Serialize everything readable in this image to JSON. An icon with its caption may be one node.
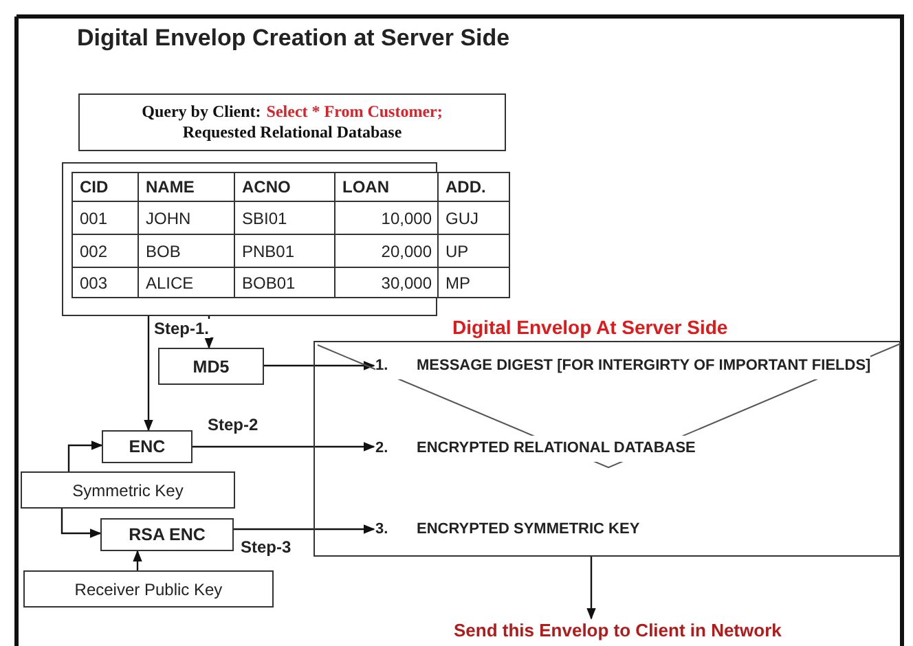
{
  "diagram": {
    "title": "Digital Envelop Creation at Server Side",
    "nodes": [
      {
        "text": [
          "Query by Client:",
          "Select * From Customer;",
          "Requested Relational Database"
        ]
      },
      {
        "text": [],
        "shape": "box"
      },
      {
        "text": [
          "MD5"
        ]
      },
      {
        "text": [
          "ENC"
        ]
      },
      {
        "text": [
          "Symmetric Key"
        ]
      },
      {
        "text": [
          "RSA ENC"
        ]
      },
      {
        "text": [
          "Receiver Public Key"
        ]
      },
      {
        "text": [
          "Digital Envelop At Server Side"
        ]
      },
      {
        "text": [
          "1.",
          "MESSAGE DIGEST [FOR INTERGIRTY OF IMPORTANT FIELDS]"
        ],
        "in": 7
      },
      {
        "text": [
          "2.",
          "ENCRYPTED RELATIONAL DATABASE"
        ],
        "in": 7
      },
      {
        "text": [
          "3.",
          "ENCRYPTED SYMMETRIC KEY"
        ],
        "in": 7
      },
      {
        "text": [
          "Send this Envelop to Client in Network"
        ]
      }
    ],
    "edges": [
      {
        "from": 1,
        "to": 2,
        "arrow": "to",
        "label": "Step-1."
      },
      {
        "from": 1,
        "to": 3,
        "arrow": "to"
      },
      {
        "from": 2,
        "to": 8,
        "arrow": "to"
      },
      {
        "from": 3,
        "to": 9,
        "arrow": "to",
        "label": "Step-2"
      },
      {
        "from": 4,
        "to": 3,
        "arrow": "to"
      },
      {
        "from": 4,
        "to": 5,
        "arrow": "to"
      },
      {
        "from": 6,
        "to": 5,
        "arrow": "to"
      },
      {
        "from": 5,
        "to": 10,
        "arrow": "to",
        "label": "Step-3"
      },
      {
        "from": 7,
        "to": 11,
        "arrow": "to"
      }
    ],
    "labels": [
      "CID",
      "NAME",
      "ACNO",
      "LOAN",
      "ADD.",
      "001",
      "JOHN",
      "SBI01",
      "10,000",
      "GUJ",
      "002",
      "BOB",
      "PNB01",
      "20,000",
      "UP",
      "003",
      "ALICE",
      "BOB01",
      "30,000",
      "MP"
    ]
  }
}
